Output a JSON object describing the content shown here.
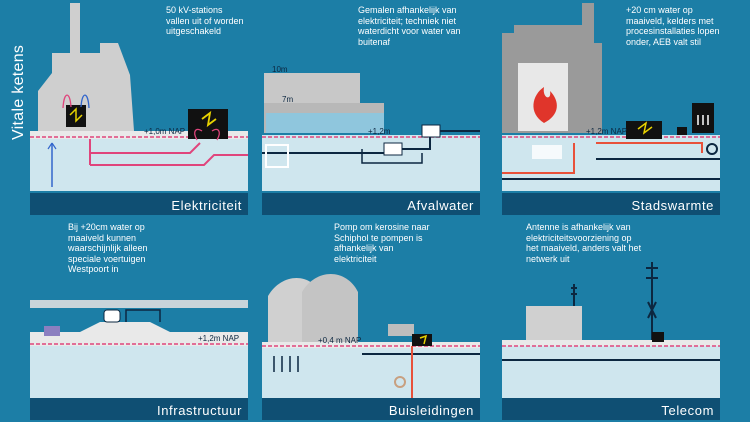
{
  "side_title": "Vitale ketens",
  "panels": {
    "elektriciteit": {
      "title": "Elektriciteit",
      "note": "50 kV-stations vallen uit of worden uitgeschakeld",
      "level": "+1,0m NAP"
    },
    "afvalwater": {
      "title": "Afvalwater",
      "note": "Gemalen afhankelijk van elektriciteit; techniek niet waterdicht voor water van buitenaf",
      "level_10": "10m",
      "level_7": "7m",
      "level": "+1,2m"
    },
    "stadswarmte": {
      "title": "Stadswarmte",
      "note": "+20 cm water op maaiveld, kelders met procesinstallaties lopen onder, AEB valt stil",
      "level": "+1,2m NAP"
    },
    "infrastructuur": {
      "title": "Infrastructuur",
      "note": "Bij +20cm water op maaiveld kunnen waarschijnlijk alleen speciale voertuigen Westpoort in",
      "level": "+1,2m NAP"
    },
    "buisleidingen": {
      "title": "Buisleidingen",
      "note": "Pomp om kerosine naar Schiphol te pompen is afhankelijk van elektriciteit",
      "level": "+0,4 m NAP"
    },
    "telecom": {
      "title": "Telecom",
      "note": "Antenne is afhankelijk van elektriciteitsvoorziening op het maaiveld, anders valt het netwerk uit"
    }
  },
  "colors": {
    "background": "#1c7ea6",
    "water": "#7bbfd9",
    "ground": "#c9e3ec",
    "dark_band": "#0f4f73",
    "building": "#cfcfcf",
    "electric": "#e0457c",
    "pipe": "#0c2740",
    "warm": "#e8513a",
    "level_line": "#e0457c"
  },
  "icons": [
    "lightning-icon",
    "flame-icon",
    "heater-icon",
    "gear-icon",
    "car-icon",
    "train-icon",
    "antenna-icon"
  ]
}
